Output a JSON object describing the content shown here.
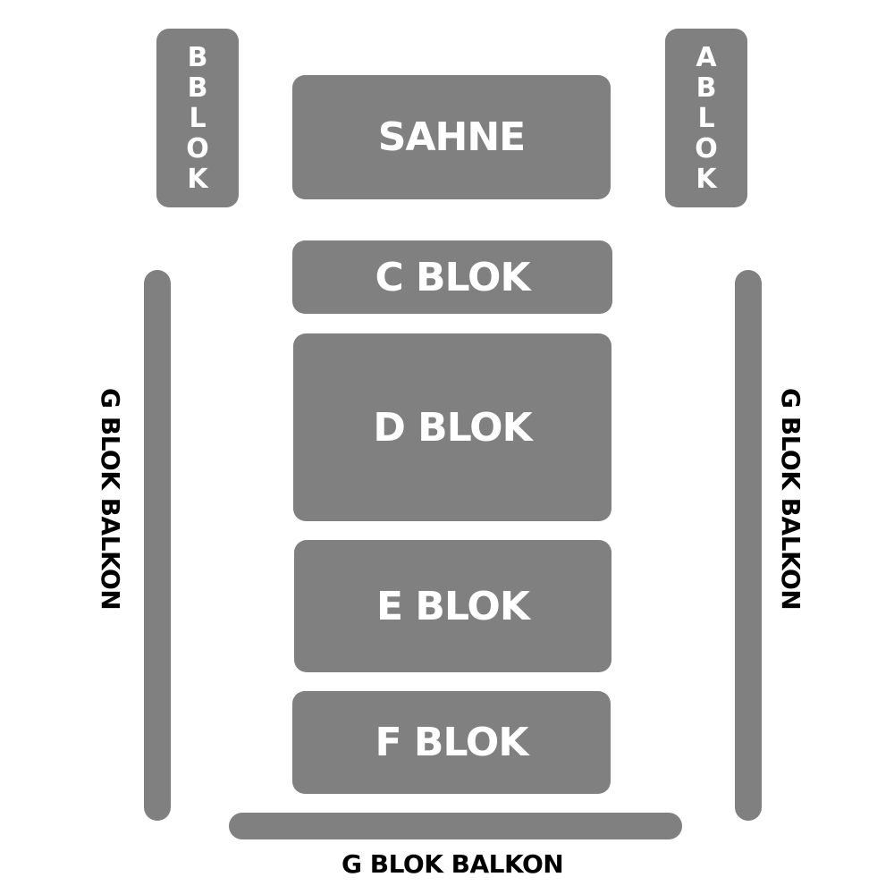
{
  "colors": {
    "block_fill": "#808080",
    "block_text": "#ffffff",
    "label_text": "#000000",
    "background": "#ffffff"
  },
  "blocks": {
    "b_blok": {
      "chars": [
        "B",
        "B",
        "L",
        "O",
        "K"
      ]
    },
    "a_blok": {
      "chars": [
        "A",
        "B",
        "L",
        "O",
        "K"
      ]
    },
    "sahne": {
      "label": "SAHNE"
    },
    "c_blok": {
      "label": "C BLOK"
    },
    "d_blok": {
      "label": "D BLOK"
    },
    "e_blok": {
      "label": "E BLOK"
    },
    "f_blok": {
      "label": "F BLOK"
    }
  },
  "balcony": {
    "left_label": "G BLOK BALKON",
    "right_label": "G BLOK BALKON",
    "bottom_label": "G BLOK BALKON"
  }
}
